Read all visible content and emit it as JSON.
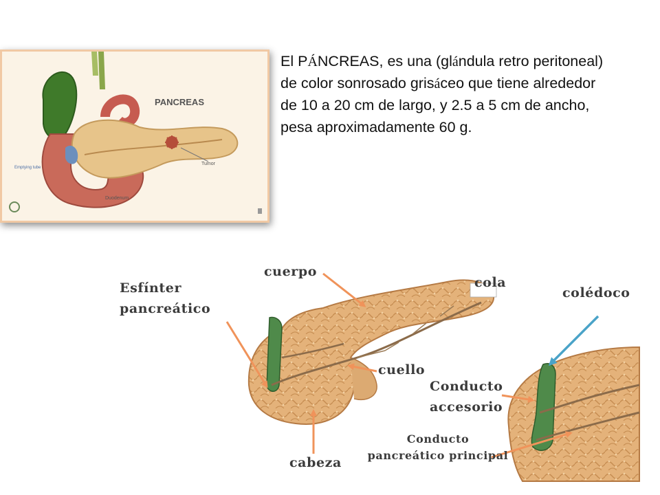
{
  "photo": {
    "label_pancreas": "PANCREAS",
    "label_duct": "Emptying\ntube",
    "label_tumor": "Tumor",
    "label_duodenum": "Duodenum"
  },
  "intro": {
    "part1": "El P",
    "part2": "Á",
    "part3": "NCREAS, es una (gl",
    "part4": "á",
    "part5": "ndula retro peritoneal) de color sonrosado gris",
    "part6": "á",
    "part7": "ceo que tiene alrededor de 10 a 20 cm de largo, y 2.5 a 5 cm de ancho, pesa aproximadamente 60 g."
  },
  "labels": {
    "cuerpo": "cuerpo",
    "cola": "cola",
    "esfinter_line1": "Esfínter",
    "esfinter_line2": "pancreático",
    "coledoco": "colédoco",
    "cuello": "cuello",
    "conducto_accesorio_line1": "Conducto",
    "conducto_accesorio_line2": "accesorio",
    "conducto_principal_line1": "Conducto",
    "conducto_principal_line2": "pancreático principal",
    "cabeza": "cabeza"
  },
  "colors": {
    "arrow_orange": "#f0935a",
    "arrow_blue": "#4aa3c8",
    "tissue": "#e2b177",
    "duct_green": "#4f8a4a"
  }
}
